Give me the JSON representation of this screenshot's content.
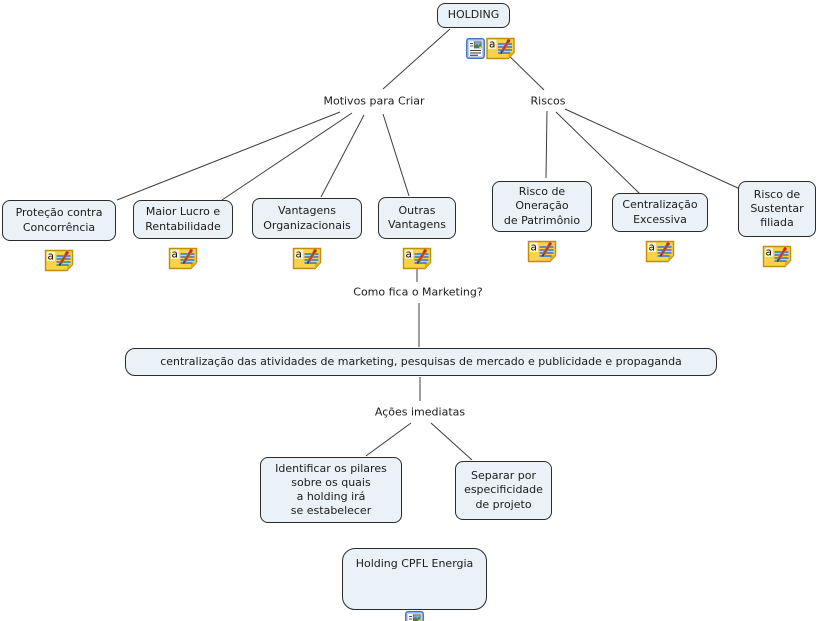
{
  "app": {
    "type": "concept-map"
  },
  "nodes": {
    "holding": {
      "label": "HOLDING"
    },
    "protecao": {
      "label": "Proteção contra\nConcorrência"
    },
    "maior_lucro": {
      "label": "Maior Lucro e\nRentabilidade"
    },
    "vantagens_org": {
      "label": "Vantagens\nOrganizacionais"
    },
    "outras_vantagens": {
      "label": "Outras\nVantagens"
    },
    "risco_oneracao": {
      "label": "Risco de\nOneração\nde Patrimônio"
    },
    "centralizacao": {
      "label": "Centralização\nExcessiva"
    },
    "risco_sustentar": {
      "label": "Risco de\nSustentar\nfiliada"
    },
    "marketing": {
      "label": "centralização das atividades de marketing, pesquisas de mercado e publicidade e propaganda"
    },
    "identificar": {
      "label": "Identificar os pilares\nsobre os quais\na holding irá\nse estabelecer"
    },
    "separar": {
      "label": "Separar por\nespecificidade\nde projeto"
    },
    "holding_cpfl": {
      "label": "Holding CPFL Energia"
    }
  },
  "linking_phrases": {
    "motivos": "Motivos para Criar",
    "riscos": "Riscos",
    "como_fica": "Como fica o Marketing?",
    "acoes": "Ações imediatas"
  },
  "icons": {
    "annotation": "note-edit-icon",
    "resource": "image-document-icon"
  },
  "colors": {
    "node_fill": "#EAF2F7",
    "node_border": "#2B2B2B",
    "connector": "#3D3D3D",
    "note_yellow": "#FBD34A",
    "note_border": "#C18E0A",
    "icon_blue": "#3D74C0",
    "text": "#1B1B1B"
  }
}
